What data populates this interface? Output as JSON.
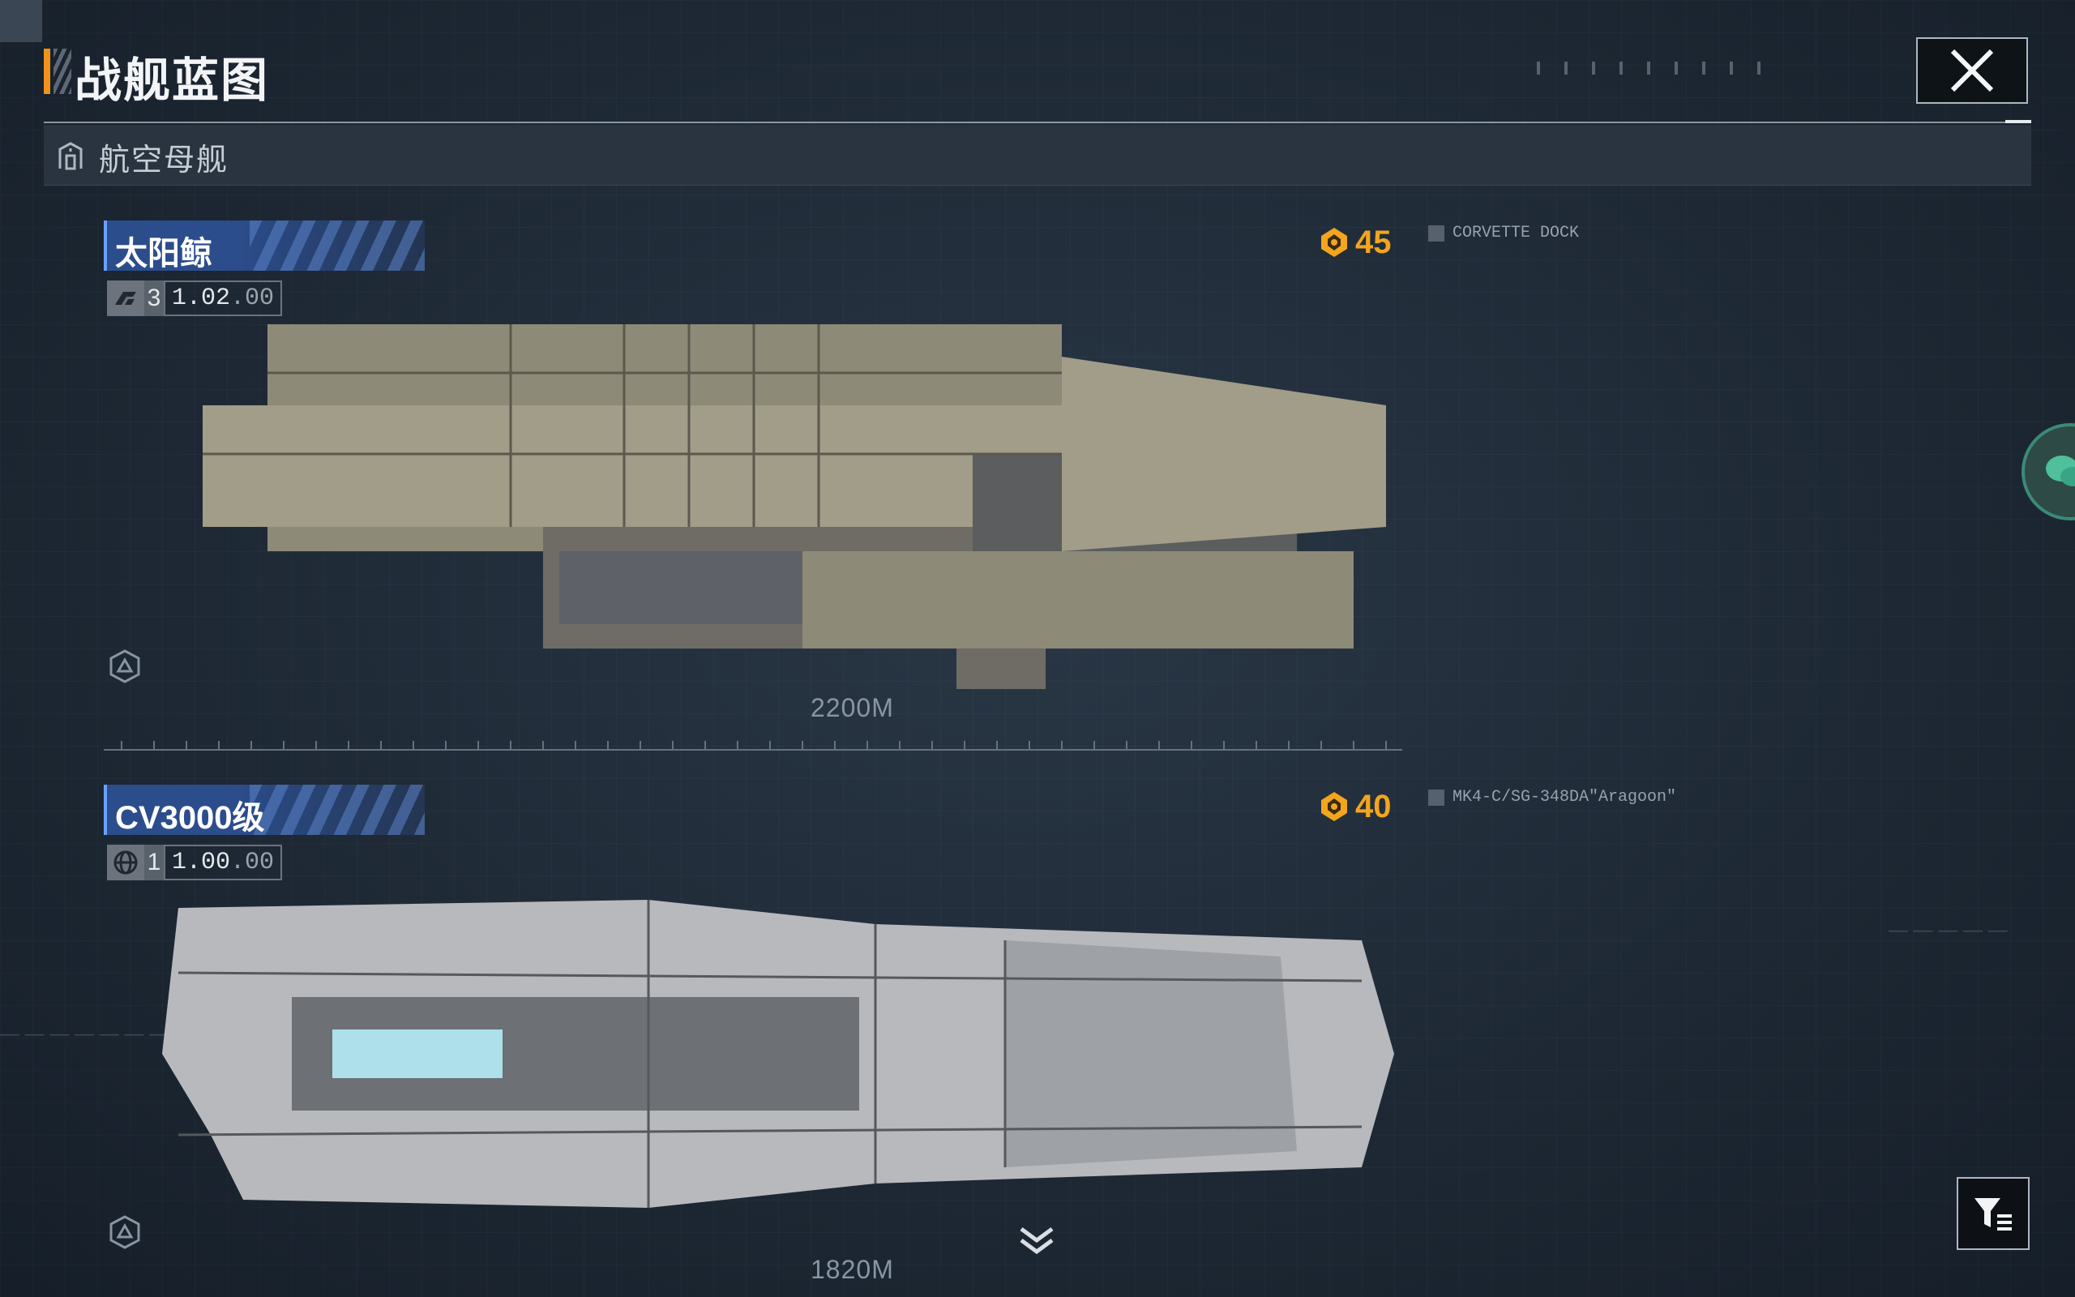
{
  "header": {
    "title": "战舰蓝图"
  },
  "category": {
    "label": "航空母舰"
  },
  "ships": [
    {
      "name": "太阳鲸",
      "tier": "3",
      "ratio": "1.02",
      "ratio_suffix": ".00",
      "cost": "45",
      "dock_label": "CORVETTE DOCK",
      "length": "2200M"
    },
    {
      "name": "CV3000级",
      "tier": "1",
      "ratio": "1.00",
      "ratio_suffix": ".00",
      "cost": "40",
      "dock_label": "MK4-C/SG-348DA\"Aragoon\"",
      "length": "1820M"
    }
  ],
  "colors": {
    "accent": "#f0931e",
    "cost": "#f3a51d",
    "name_bar": "#2c4d8c",
    "background": "#1f2a36"
  },
  "icons": {
    "close": "close-icon",
    "category": "hangar-icon",
    "stat_ship_1": "emblem-icon",
    "stat_ship_2": "globe-icon",
    "cost": "crest-icon",
    "filter": "filter-icon",
    "side": "chat-icon",
    "scroll": "chevron-down-icon"
  }
}
